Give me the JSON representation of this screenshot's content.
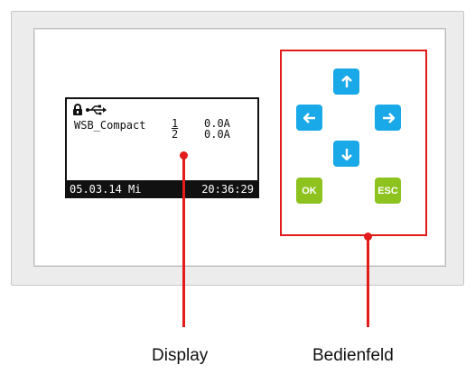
{
  "display": {
    "product_name": "WSB_Compact",
    "channel_1": "1",
    "current_1": "0.0A",
    "channel_2": "2",
    "current_2": "0.0A",
    "date": "05.03.14 Mi",
    "time": "20:36:29",
    "icons": [
      "lock-icon",
      "usb-icon"
    ]
  },
  "panel": {
    "ok_label": "OK",
    "esc_label": "ESC",
    "arrow_keys": [
      "up",
      "left",
      "right",
      "down"
    ]
  },
  "labels": {
    "display": "Display",
    "panel": "Bedienfeld"
  },
  "colors": {
    "callout": "#e31b1b",
    "arrow_key": "#1aa9e8",
    "action_key": "#8dc21f"
  }
}
